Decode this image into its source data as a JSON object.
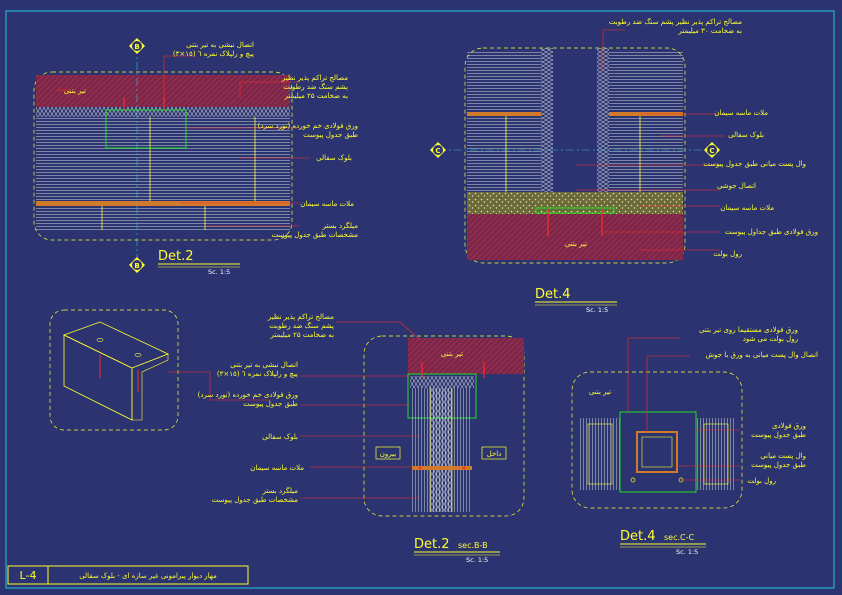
{
  "sheet": {
    "number": "L-4",
    "title": "مهار دیوار پیرامونی غیر سازه ای - بلوک سفالی"
  },
  "details": {
    "det2_plan": {
      "title": "Det.2",
      "scale": "Sc. 1:5",
      "section_marks": [
        "B",
        "B"
      ],
      "labels": {
        "connection": "اتصال نبشی به تیر بتنی\nپیچ و رلپلاک نمره ٦ (١٥×٣)",
        "filler": "مصالح تراکم پذیر نظیر\nپشم سنگ ضد رطوبت\nبه ضخامت ۲۵ میلیمتر",
        "beam": "تیر بتنی",
        "steel_plate": "ورق فولادی خم خورده (نورد سرد)\nطبق جدول پیوست",
        "block": "بلوک سفالی",
        "mortar": "ملات ماسه سیمان",
        "rebar": "میلگرد بستر\nمشخصات طبق جدول پیوست"
      }
    },
    "det4_plan": {
      "title": "Det.4",
      "scale": "Sc. 1:5",
      "section_marks": [
        "C",
        "C"
      ],
      "labels": {
        "filler": "مصالح تراکم پذیر نظیر پشم سنگ ضد رطوبت\nبه ضخامت ۳۰ میلیمتر",
        "mortar_top": "ملات ماسه سیمان",
        "block": "بلوک سفالی",
        "post": "وال پست میانی طبق جدول پیوست",
        "weld": "اتصال جوشی",
        "mortar_bottom": "ملات ماسه سیمان",
        "steel_plate": "ورق فولادی طبق جداول پیوست",
        "rawl_bolt": "رول بولت",
        "beam": "تیر بتنی"
      }
    },
    "det2_section": {
      "title": "Det.2",
      "subtitle": "sec.B-B",
      "scale": "Sc. 1:5",
      "side_outside": "بیرون",
      "side_inside": "داخل",
      "labels": {
        "filler": "مصالح تراکم پذیر نظیر\nپشم سنگ ضد رطوبت\nبه ضخامت ۲۵ میلیمتر",
        "beam": "تیر بتنی",
        "connection": "اتصال نبشی به تیر بتنی\nپیچ و رلپلاک نمره ٦ (١٥×٣)",
        "steel_plate": "ورق فولادی خم خورده (نورد سرد)\nطبق جدول پیوست",
        "block": "بلوک سفالی",
        "mortar": "ملات ماسه سیمان",
        "rebar": "میلگرد بستر\nمشخصات طبق جدول پیوست"
      }
    },
    "det4_section": {
      "title": "Det.4",
      "subtitle": "sec.C-C",
      "scale": "Sc. 1:5",
      "labels": {
        "plate_on_beam": "ورق فولادی مستقیما روی تیر بتنی\nرول بولت می شود",
        "post_weld": "اتصال وال پست میانی به ورق با جوش",
        "beam": "تیر بتنی",
        "steel_plate": "ورق فولادی\nطبق جدول پیوست",
        "post": "وال پست میانی\nطبق جدول پیوست",
        "rawl_bolt": "رول بولت"
      }
    }
  },
  "colors": {
    "background": "#2b3370",
    "frame": "#22c8e0",
    "wall": "#c8d8d8",
    "outline": "#ffff2e",
    "leader": "#ff2a2a",
    "plate": "#22dd22",
    "mortar": "#d07a2a",
    "beam_fill": "#8a2a4a",
    "text": "#ffff2e",
    "scale_text": "#ffffff"
  }
}
